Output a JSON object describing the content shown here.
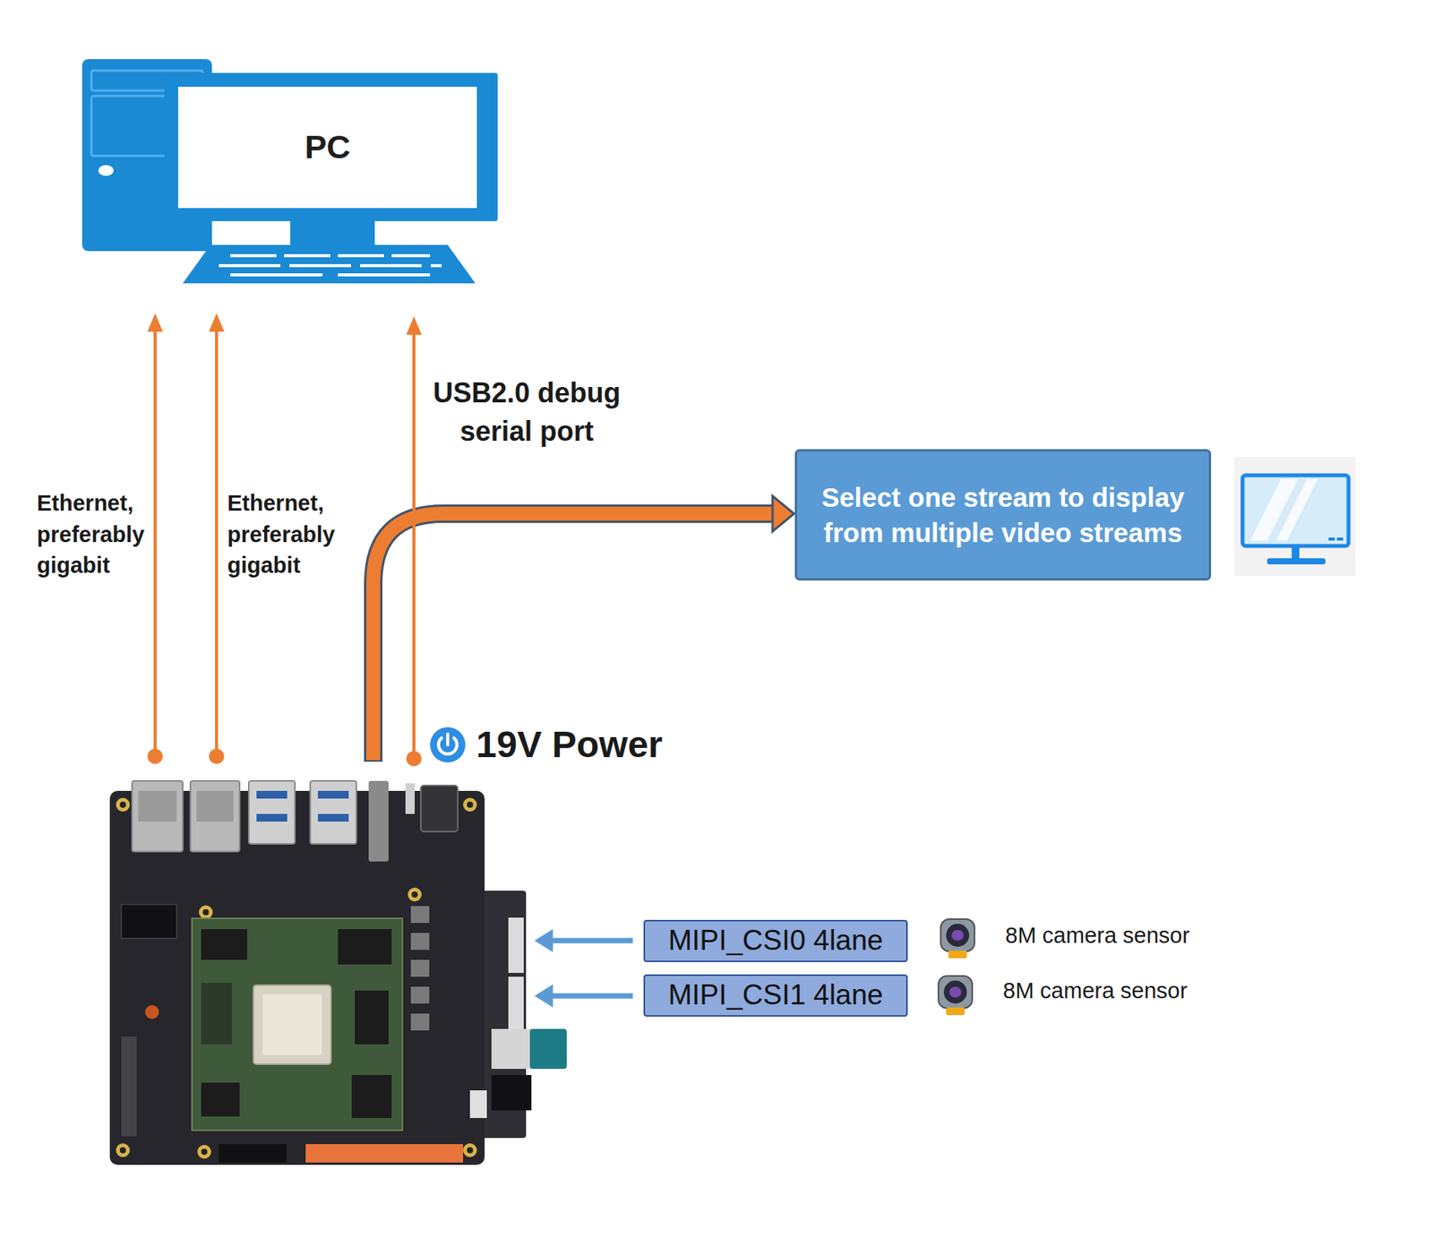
{
  "diagram": {
    "nodes": [
      {
        "text": [
          "PC"
        ]
      },
      {
        "text": [
          "Select one stream to display from multiple video streams"
        ]
      },
      {
        "text": [
          "MIPI_CSI0 4lane"
        ]
      },
      {
        "text": [
          "MIPI_CSI1 4lane"
        ]
      }
    ],
    "labels": [
      "USB2.0 debug serial port",
      "Ethernet, preferably gigabit",
      "Ethernet, preferably gigabit",
      "19V Power",
      "8M camera sensor",
      "8M camera sensor"
    ]
  }
}
